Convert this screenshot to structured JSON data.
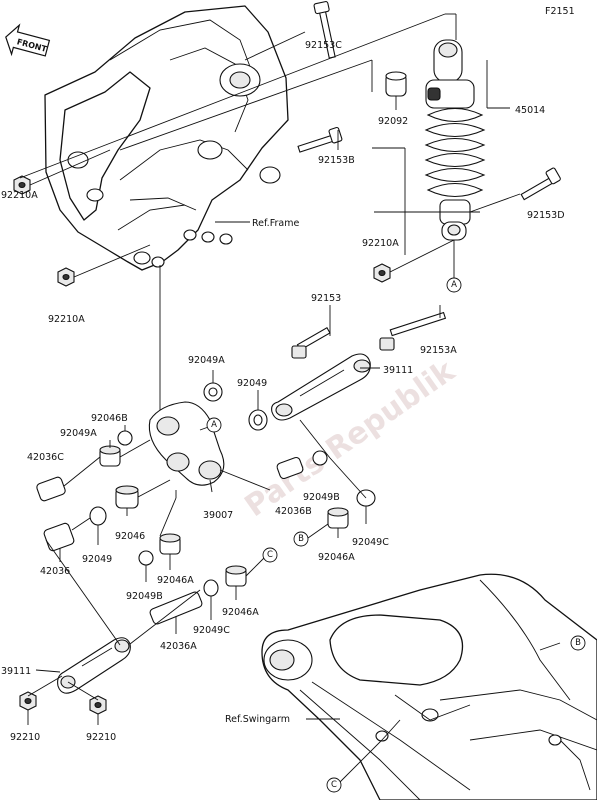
{
  "figure_code": "F2151",
  "front_badge": "FRONT",
  "watermark": "Parts Republik",
  "ref_labels": {
    "frame": "Ref.Frame",
    "swingarm": "Ref.Swingarm"
  },
  "callouts": [
    "A",
    "A",
    "B",
    "B",
    "C",
    "C"
  ],
  "part_labels": [
    "92153C",
    "92092",
    "45014",
    "92153B",
    "92210A",
    "92153D",
    "92210A",
    "92210A",
    "92153",
    "92153A",
    "39111",
    "92049A",
    "92049",
    "92049A",
    "92046B",
    "42036C",
    "39007",
    "92049B",
    "42036B",
    "92046",
    "92049C",
    "92046A",
    "42036",
    "92049",
    "92049B",
    "92046A",
    "92046A",
    "92049C",
    "42036A",
    "39111",
    "92210",
    "92210"
  ]
}
